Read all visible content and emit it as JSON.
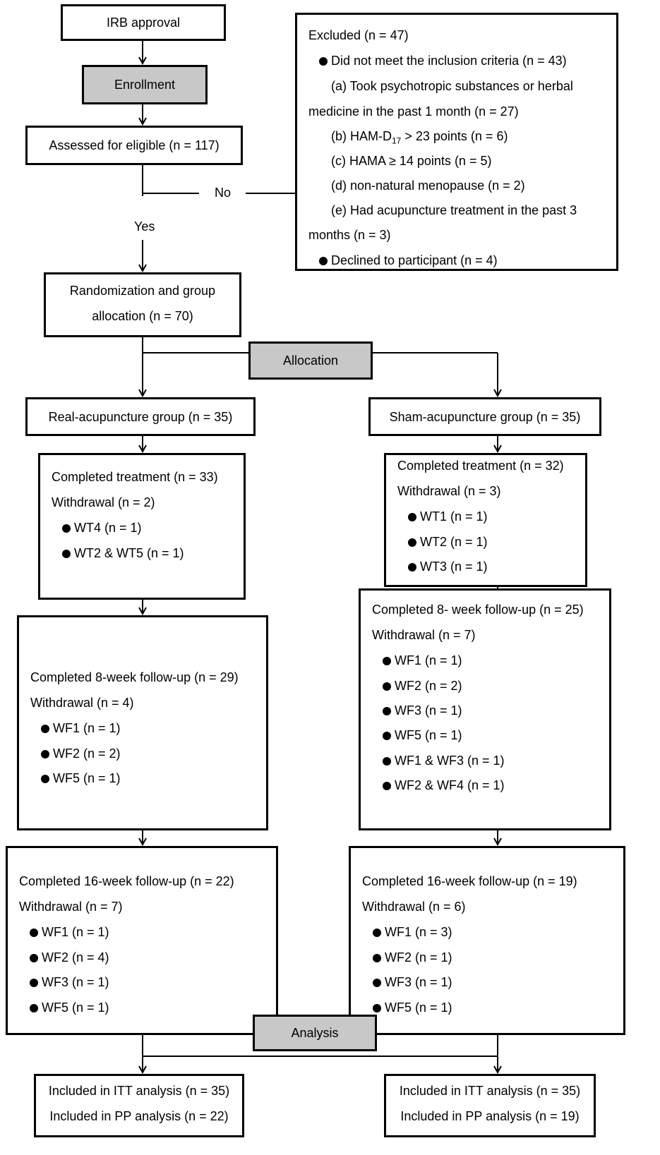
{
  "top": {
    "irb": "IRB approval",
    "enrollment": "Enrollment",
    "assessed": "Assessed for eligible (n = 117)",
    "no": "No",
    "yes": "Yes",
    "randomization_line1": "Randomization and group",
    "randomization_line2": "allocation (n = 70)",
    "allocation": "Allocation",
    "analysis": "Analysis"
  },
  "excluded": {
    "title": "Excluded (n = 47)",
    "not_meet": "Did not meet the inclusion criteria (n = 43)",
    "a_line1": "(a) Took psychotropic substances or herbal",
    "a_line2": "medicine in the past 1 month (n = 27)",
    "b_prefix": "(b) HAM-D",
    "b_sub": "17",
    "b_suffix": " > 23 points (n = 6)",
    "c": "(c) HAMA ≥ 14 points (n = 5)",
    "d": "(d) non-natural menopause (n = 2)",
    "e_line1": "(e) Had acupuncture treatment in the past 3",
    "e_line2": "months (n = 3)",
    "declined": "Declined to participant (n = 4)"
  },
  "real": {
    "group": "Real-acupuncture group (n = 35)",
    "treatment": {
      "completed": "Completed treatment (n = 33)",
      "withdrawal": "Withdrawal (n = 2)",
      "items": [
        "WT4 (n = 1)",
        "WT2 & WT5 (n = 1)"
      ]
    },
    "week8": {
      "completed": "Completed 8-week follow-up (n = 29)",
      "withdrawal": "Withdrawal (n = 4)",
      "items": [
        "WF1 (n = 1)",
        "WF2 (n = 2)",
        "WF5 (n = 1)"
      ]
    },
    "week16": {
      "completed": "Completed 16-week follow-up (n = 22)",
      "withdrawal": "Withdrawal (n = 7)",
      "items": [
        "WF1 (n = 1)",
        "WF2 (n = 4)",
        "WF3 (n = 1)",
        "WF5 (n = 1)"
      ]
    },
    "analysis": {
      "itt": "Included in ITT analysis (n = 35)",
      "pp": "Included in PP analysis (n = 22)"
    }
  },
  "sham": {
    "group": "Sham-acupuncture group (n = 35)",
    "treatment": {
      "completed": "Completed treatment (n = 32)",
      "withdrawal": "Withdrawal (n = 3)",
      "items": [
        "WT1 (n = 1)",
        "WT2 (n = 1)",
        "WT3 (n = 1)"
      ]
    },
    "week8": {
      "completed": "Completed 8- week follow-up (n = 25)",
      "withdrawal": "Withdrawal (n = 7)",
      "items": [
        "WF1 (n = 1)",
        "WF2 (n = 2)",
        "WF3 (n = 1)",
        "WF5 (n = 1)",
        "WF1 & WF3 (n = 1)",
        "WF2 & WF4 (n = 1)"
      ]
    },
    "week16": {
      "completed": "Completed 16-week follow-up (n = 19)",
      "withdrawal": "Withdrawal (n = 6)",
      "items": [
        "WF1 (n = 3)",
        "WF2 (n = 1)",
        "WF3 (n = 1)",
        "WF5 (n = 1)"
      ]
    },
    "analysis": {
      "itt": "Included in ITT analysis (n = 35)",
      "pp": "Included in PP analysis (n = 19)"
    }
  }
}
